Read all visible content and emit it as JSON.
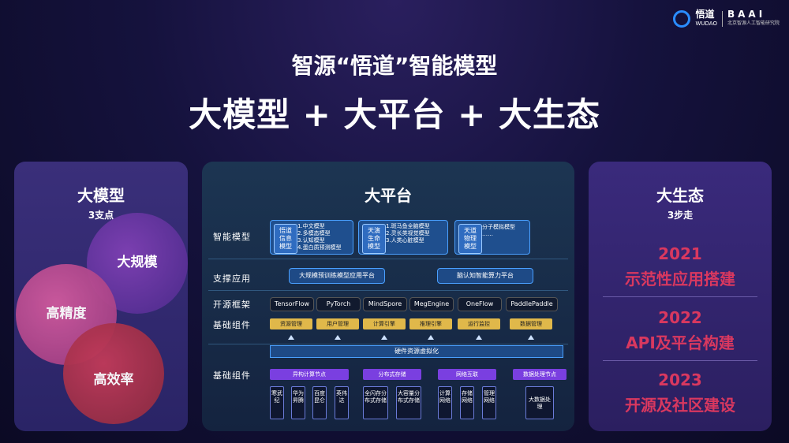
{
  "logo": {
    "brand_cn": "悟道",
    "brand_en": "WUDAO",
    "org": "BAAI",
    "org_sub": "北京智源人工智能研究院"
  },
  "header": {
    "title": "智源“悟道”智能模型",
    "headline": "大模型 + 大平台 + 大生态"
  },
  "left": {
    "title": "大模型",
    "subtitle": "3支点",
    "circles": [
      "大规模",
      "高精度",
      "高效率"
    ]
  },
  "middle": {
    "title": "大平台",
    "rows": {
      "models": "智能模型",
      "apps": "支撑应用",
      "frameworks": "开源框架",
      "components1": "基础组件",
      "components2": "基础组件"
    },
    "model_groups": [
      {
        "tag": "悟道\n信息\n模型",
        "items": "1.中文模型\n2.多模态模型\n3.认知模型\n4.蛋白质预测模型"
      },
      {
        "tag": "天演\n生命\n模型",
        "items": "1.斑马鱼全脑模型\n2.灵长类视觉模型\n3.人类心脏模型"
      },
      {
        "tag": "天道\n物理\n模型",
        "items": "分子模拟模型\n……"
      }
    ],
    "apps": [
      "大规模预训练模型应用平台",
      "脑认知智能算力平台"
    ],
    "frameworks": [
      "TensorFlow",
      "PyTorch",
      "MindSpore",
      "MegEngine",
      "OneFlow",
      "PaddlePaddle"
    ],
    "components": [
      "资源管理",
      "用户管理",
      "计算引擎",
      "推理引擎",
      "运行监控",
      "数据管理"
    ],
    "hw_virtualization": "硬件资源虚拟化",
    "infra": [
      "异构计算节点",
      "分布式存储",
      "网络互联",
      "数据处理节点"
    ],
    "infra_sub": [
      [
        "寒武纪",
        "华为昇腾",
        "百度昆仑",
        "英伟达"
      ],
      [
        "全闪存分布式存储",
        "大容量分布式存储"
      ],
      [
        "计算网络",
        "存储网络",
        "管理网络"
      ],
      [
        "大数据处理"
      ]
    ]
  },
  "right": {
    "title": "大生态",
    "subtitle": "3步走",
    "steps": [
      {
        "year": "2021",
        "text": "示范性应用搭建"
      },
      {
        "year": "2022",
        "text": "API及平台构建"
      },
      {
        "year": "2023",
        "text": "开源及社区建设"
      }
    ]
  }
}
